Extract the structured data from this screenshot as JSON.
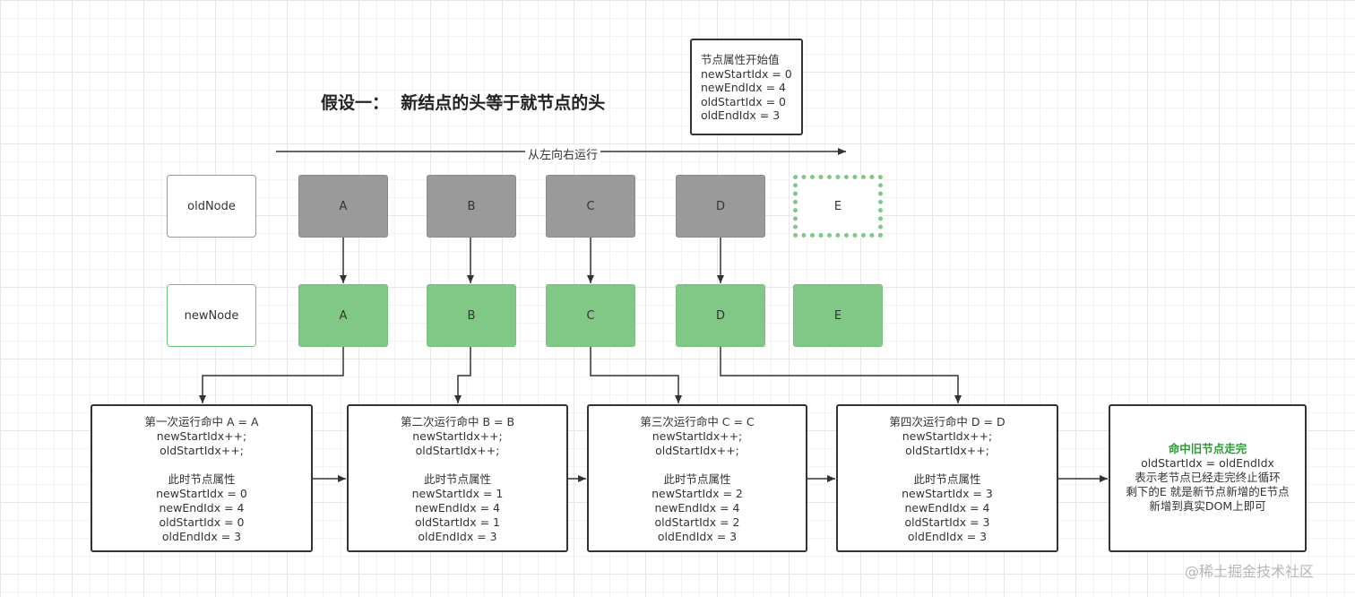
{
  "title": "假设一：  新结点的头等于就节点的头",
  "direction_label": "从左向右运行",
  "info_box": {
    "lines": [
      "节点属性开始值",
      "newStartIdx = 0",
      "newEndIdx = 4",
      "oldStartIdx = 0",
      "oldEndIdx = 3"
    ]
  },
  "old_node_label": "oldNode",
  "new_node_label": "newNode",
  "old_nodes": [
    "A",
    "B",
    "C",
    "D",
    "E"
  ],
  "new_nodes": [
    "A",
    "B",
    "C",
    "D",
    "E"
  ],
  "steps": [
    {
      "lines": [
        "第一次运行命中 A = A",
        "newStartIdx++;",
        "oldStartIdx++;",
        "",
        "此时节点属性",
        "newStartIdx = 0",
        "newEndIdx = 4",
        "oldStartIdx = 0",
        "oldEndIdx = 3"
      ]
    },
    {
      "lines": [
        "第二次运行命中 B = B",
        "newStartIdx++;",
        "oldStartIdx++;",
        "",
        "此时节点属性",
        "newStartIdx = 1",
        "newEndIdx = 4",
        "oldStartIdx = 1",
        "oldEndIdx = 3"
      ]
    },
    {
      "lines": [
        "第三次运行命中 C = C",
        "newStartIdx++;",
        "oldStartIdx++;",
        "",
        "此时节点属性",
        "newStartIdx = 2",
        "newEndIdx = 4",
        "oldStartIdx = 2",
        "oldEndIdx = 3"
      ]
    },
    {
      "lines": [
        "第四次运行命中 D = D",
        "newStartIdx++;",
        "oldStartIdx++;",
        "",
        "此时节点属性",
        "newStartIdx = 3",
        "newEndIdx = 4",
        "oldStartIdx = 3",
        "oldEndIdx = 3"
      ]
    }
  ],
  "final": {
    "highlight": "命中旧节点走完",
    "lines": [
      "oldStartIdx =  oldEndIdx",
      "表示老节点已经走完终止循环",
      "剩下的E 就是新节点新增的E节点",
      "新增到真实DOM上即可"
    ]
  },
  "watermark": "@稀土掘金技术社区",
  "colors": {
    "old_node_fill": "#9a9a9a",
    "new_node_fill": "#81c886",
    "highlight_text": "#2b9a36",
    "line": "#333333"
  }
}
